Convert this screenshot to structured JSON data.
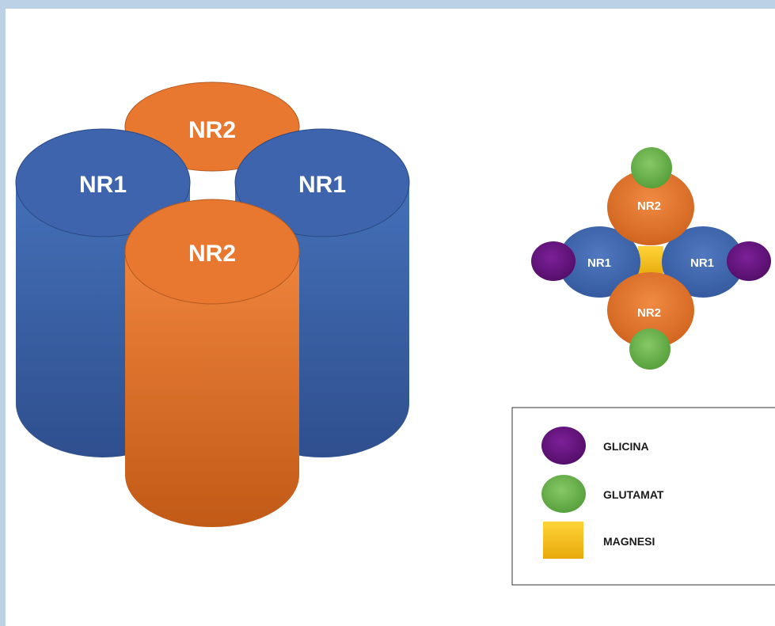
{
  "cylinders": {
    "back_nr2": "NR2",
    "left_nr1": "NR1",
    "right_nr1": "NR1",
    "front_nr2": "NR2"
  },
  "top_view": {
    "top_nr2": "NR2",
    "bottom_nr2": "NR2",
    "left_nr1": "NR1",
    "right_nr1": "NR1"
  },
  "legend": {
    "items": [
      {
        "label": "GLICINA",
        "color": "#6a1583",
        "shape": "circle"
      },
      {
        "label": "GLUTAMAT",
        "color": "#6ab04c",
        "shape": "circle"
      },
      {
        "label": "MAGNESI",
        "color": "#f5c518",
        "shape": "square"
      }
    ]
  },
  "colors": {
    "nr1_blue": "#3e64ad",
    "nr2_orange": "#e8782f",
    "glicina_purple": "#6a1583",
    "glutamat_green": "#6ab04c",
    "magnesi_yellow": "#f5c518"
  }
}
